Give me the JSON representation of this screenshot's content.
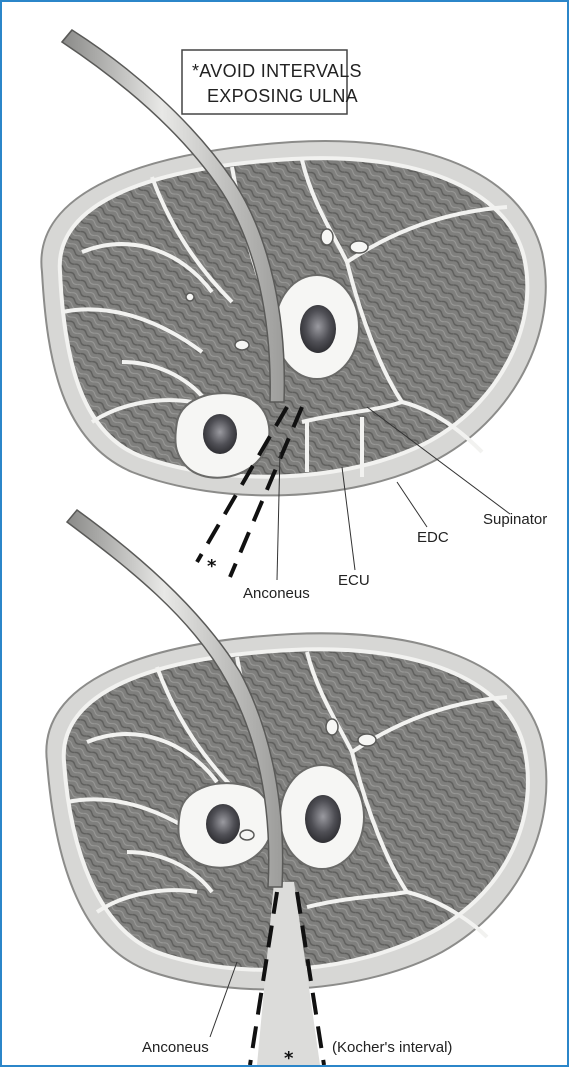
{
  "notice": {
    "line1": "*AVOID INTERVALS",
    "line2": "EXPOSING ULNA"
  },
  "top_panel": {
    "labels": {
      "supinator": "Supinator",
      "edc": "EDC",
      "ecu": "ECU",
      "anconeus": "Anconeus",
      "star": "*"
    }
  },
  "bottom_panel": {
    "labels": {
      "anconeus": "Anconeus",
      "kocher": "(Kocher's interval)",
      "star": "*"
    }
  },
  "colors": {
    "frame_border": "#2b86c9",
    "skin": "#d7d7d5",
    "muscle": "#7e7e7c",
    "fascia": "#f2f2f0",
    "bone": "#f6f6f4",
    "marrow": "#5a5a5c"
  }
}
